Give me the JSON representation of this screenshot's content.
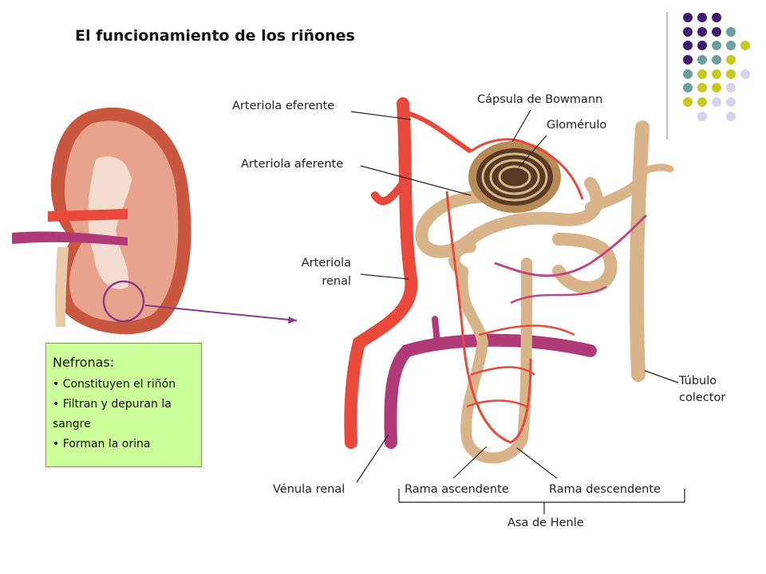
{
  "title": "El funcionamiento de los riñones",
  "labels": {
    "arteriola_eferente": "Arteriola eferente",
    "arteriola_aferente": "Arteriola aferente",
    "arteriola_renal_1": "Arteriola",
    "arteriola_renal_2": "renal",
    "capsula_bowmann": "Cápsula de Bowmann",
    "glomerulo": "Glomérulo",
    "tubulo_colector_1": "Túbulo",
    "tubulo_colector_2": "colector",
    "venula_renal": "Vénula renal",
    "rama_ascendente": "Rama ascendente",
    "rama_descendente": "Rama descendente",
    "asa_henle": "Asa de Henle"
  },
  "info_box": {
    "heading": "Nefronas:",
    "items": [
      "• Constituyen el riñón",
      "• Filtran y depuran la",
      "sangre",
      "• Forman la orina"
    ]
  },
  "colors": {
    "purple": "#3d1a6e",
    "teal": "#6d9ea0",
    "lime": "#c8c822",
    "lavender": "#d6d4ea",
    "artery": "#e8493a",
    "vein": "#b03a78",
    "tubule": "#d9b48a",
    "box_bg": "#ccff99"
  }
}
